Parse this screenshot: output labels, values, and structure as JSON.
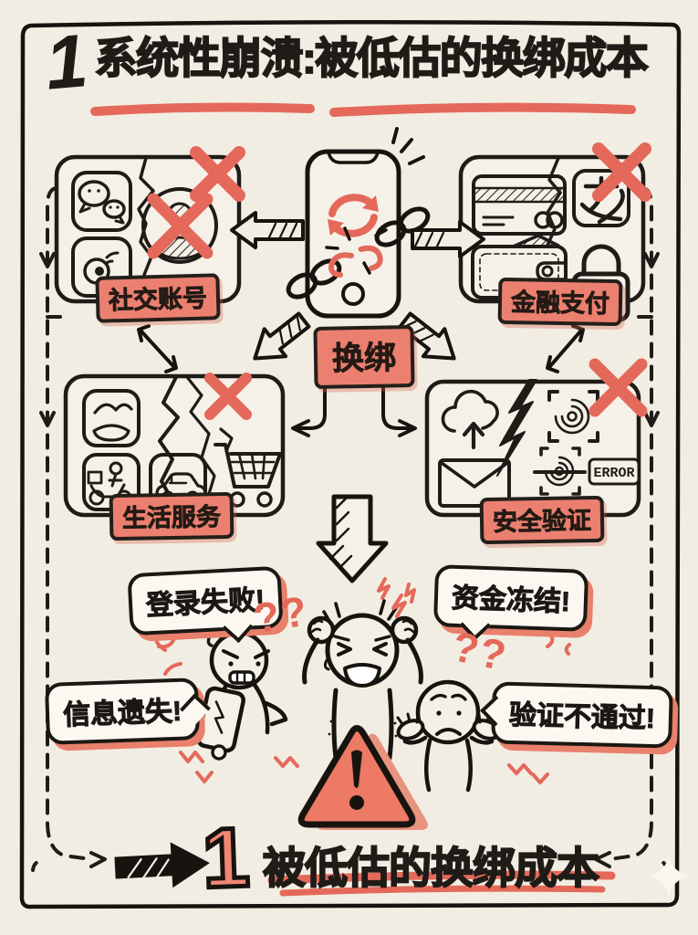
{
  "palette": {
    "background": "#f2ede3",
    "card_bg": "#f6f1e8",
    "ink": "#1f1b17",
    "accent_salmon": "#e4695a",
    "tag_bg": "#ec8070",
    "bubble_bg": "#fcf8f1",
    "triangle_fill": "#ec7a64"
  },
  "header": {
    "number": "1",
    "title": "系统性崩溃:被低估的换绑成本"
  },
  "center": {
    "label": "换绑",
    "phone_icon": "smartphone",
    "inner_icons": [
      "sync-arrows-icon",
      "broken-chain-icon"
    ]
  },
  "panels": [
    {
      "id": "social",
      "label": "社交账号",
      "icons": [
        "wechat-icon",
        "weibo-icon",
        "avatar-blocked-icon",
        "x-mark"
      ]
    },
    {
      "id": "finance",
      "label": "金融支付",
      "icons": [
        "credit-card-icon",
        "alipay-icon",
        "wallet-icon",
        "padlock-icon",
        "x-mark"
      ]
    },
    {
      "id": "life",
      "label": "生活服务",
      "icons": [
        "taobao-icon",
        "delivery-scooter-icon",
        "car-icon",
        "shopping-cart-icon",
        "x-mark"
      ]
    },
    {
      "id": "security",
      "label": "安全验证",
      "icons": [
        "cloud-upload-icon",
        "mail-icon",
        "fingerprint-scan-icon",
        "fingerprint-error-icon",
        "x-mark"
      ],
      "error_tag": "ERROR"
    }
  ],
  "speech_bubbles": [
    {
      "id": "login-fail",
      "text": "登录失败!"
    },
    {
      "id": "funds-frozen",
      "text": "资金冻结!"
    },
    {
      "id": "info-lost",
      "text": "信息遗失!"
    },
    {
      "id": "verify-fail",
      "text": "验证不通过!"
    }
  ],
  "doodles": {
    "question_marks_left": "??",
    "question_marks_right": "??"
  },
  "footer": {
    "number": "1",
    "title": "被低估的换绑成本"
  }
}
